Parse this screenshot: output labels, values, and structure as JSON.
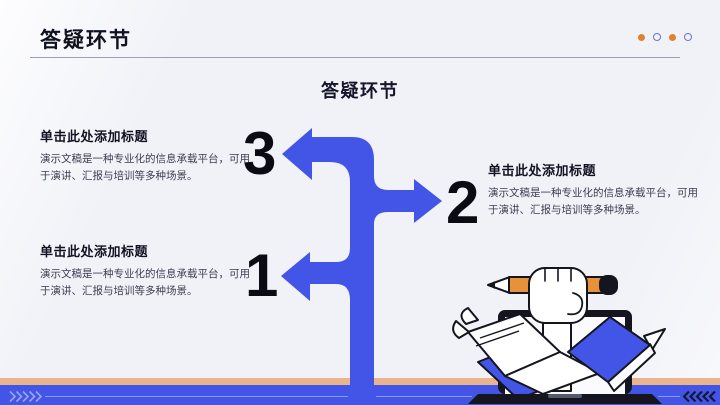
{
  "header": {
    "title": "答疑环节",
    "dots": [
      {
        "name": "slide-progress-dot",
        "style": "filled",
        "color": "#e0812f"
      },
      {
        "name": "slide-progress-dot",
        "style": "hollow",
        "color": "#6b74c8"
      },
      {
        "name": "slide-progress-dot",
        "style": "filled",
        "color": "#e0812f"
      },
      {
        "name": "slide-progress-dot",
        "style": "hollow",
        "color": "#6b74c8"
      }
    ]
  },
  "center_title": "答疑环节",
  "items": [
    {
      "number": "3",
      "heading": "单击此处添加标题",
      "body": "演示文稿是一种专业化的信息承载平台，可用于演讲、汇报与培训等多种场景。"
    },
    {
      "number": "2",
      "heading": "单击此处添加标题",
      "body": "演示文稿是一种专业化的信息承载平台，可用于演讲、汇报与培训等多种场景。"
    },
    {
      "number": "1",
      "heading": "单击此处添加标题",
      "body": "演示文稿是一种专业化的信息承载平台，可用于演讲、汇报与培训等多种场景。"
    }
  ],
  "icons": {
    "arrow_tree": "branching-arrows-icon",
    "illustration": "hand-holding-pencil-laptop-books-illustration",
    "footer_left": "chevrons-right-icon",
    "footer_right": "chevrons-left-icon"
  },
  "colors": {
    "accent_blue": "#4355e6",
    "accent_orange": "#e0812f",
    "footer_strip": "#eab58d",
    "background": "#f1f2f8",
    "ink": "#12141f"
  }
}
